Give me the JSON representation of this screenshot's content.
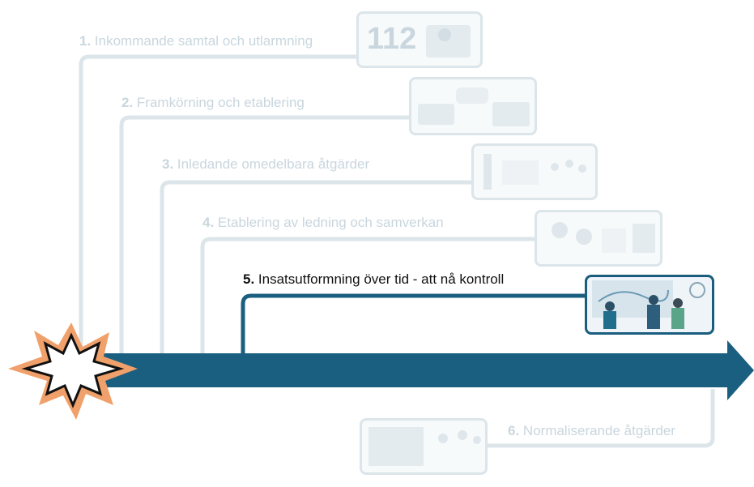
{
  "stages": [
    {
      "number": "1.",
      "label": "Inkommande samtal och utlarmning",
      "state": "faded",
      "thumb_text": "112"
    },
    {
      "number": "2.",
      "label": "Framkörning och etablering",
      "state": "faded"
    },
    {
      "number": "3.",
      "label": "Inledande omedelbara åtgärder",
      "state": "faded"
    },
    {
      "number": "4.",
      "label": "Etablering av ledning och samverkan",
      "state": "faded"
    },
    {
      "number": "5.",
      "label": "Insatsutformning över tid - att nå kontroll",
      "state": "active"
    },
    {
      "number": "6.",
      "label": "Normaliserande åtgärder",
      "state": "faded"
    }
  ],
  "colors": {
    "timeline": "#1b5f80",
    "faded_line": "#dbe5ea",
    "faded_text": "#c9d6de",
    "burst_outer": "#f0a06a",
    "active_text": "#111111"
  }
}
